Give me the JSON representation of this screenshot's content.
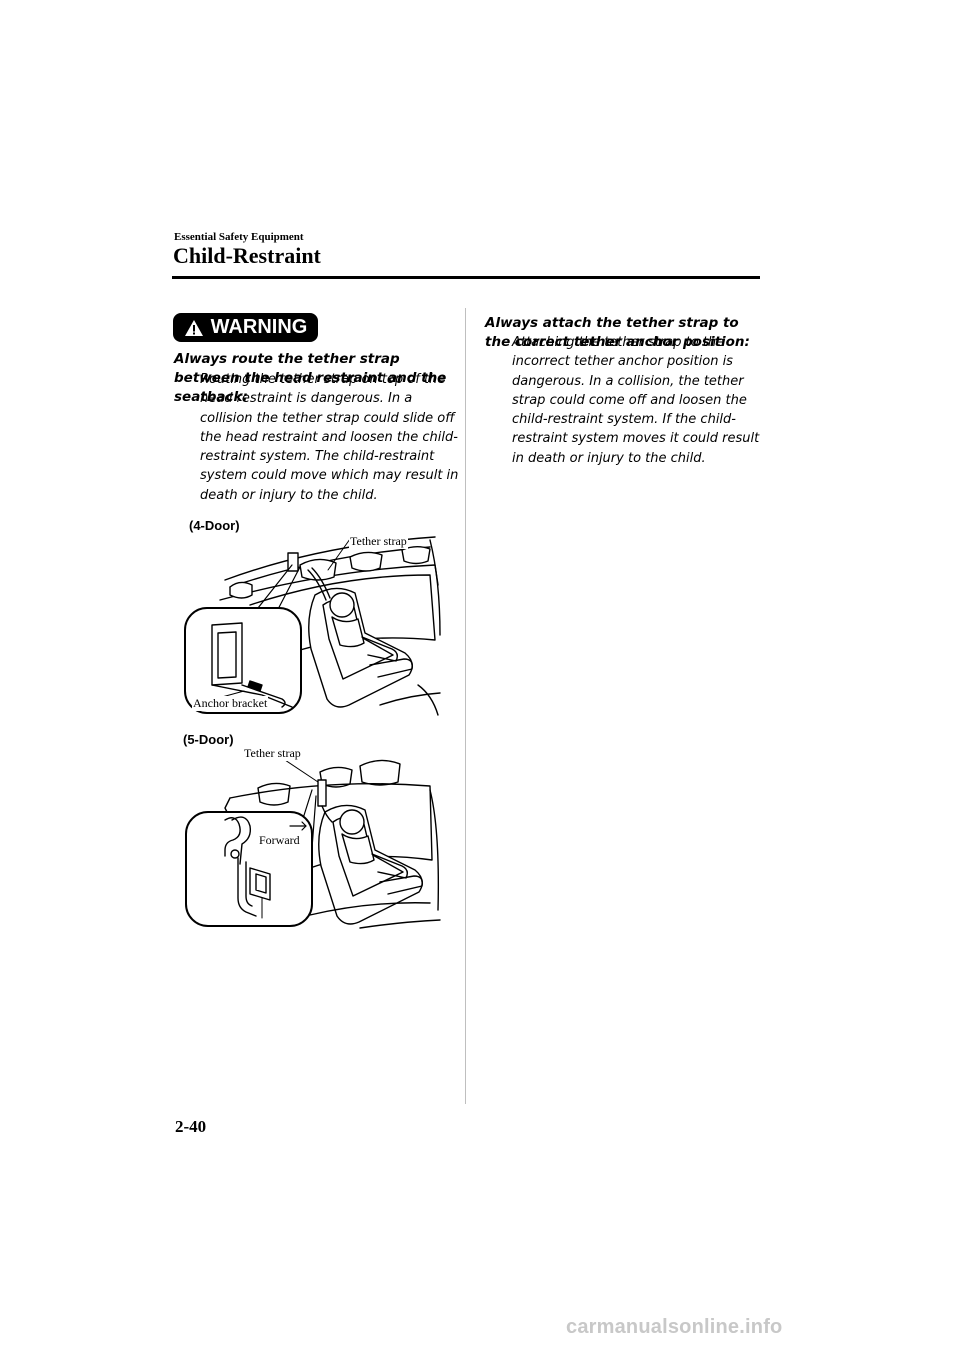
{
  "header": {
    "section": "Essential Safety Equipment",
    "title": "Child-Restraint"
  },
  "warning": {
    "label": "WARNING"
  },
  "left": {
    "heading": "Always route the tether strap between the head restraint and the seatback:",
    "body": "Routing the tether strap on top of the head restraint is dangerous. In a collision the tether strap could slide off the head restraint and loosen the child-restraint system. The child-restraint system could move which may result in death or injury to the child."
  },
  "right": {
    "heading": "Always attach the tether strap to the correct tether anchor position:",
    "body": "Attaching the tether strap to the incorrect tether anchor position is dangerous. In a collision, the tether strap could come off and loosen the child-restraint system. If the child-restraint system moves it could result in death or injury to the child."
  },
  "figures": {
    "four_door": {
      "label": "(4-Door)",
      "tether_strap": "Tether strap",
      "anchor_bracket": "Anchor bracket"
    },
    "five_door": {
      "label": "(5-Door)",
      "tether_strap": "Tether strap",
      "forward": "Forward"
    }
  },
  "footer": {
    "page_number": "2-40",
    "watermark": "carmanualsonline.info"
  }
}
